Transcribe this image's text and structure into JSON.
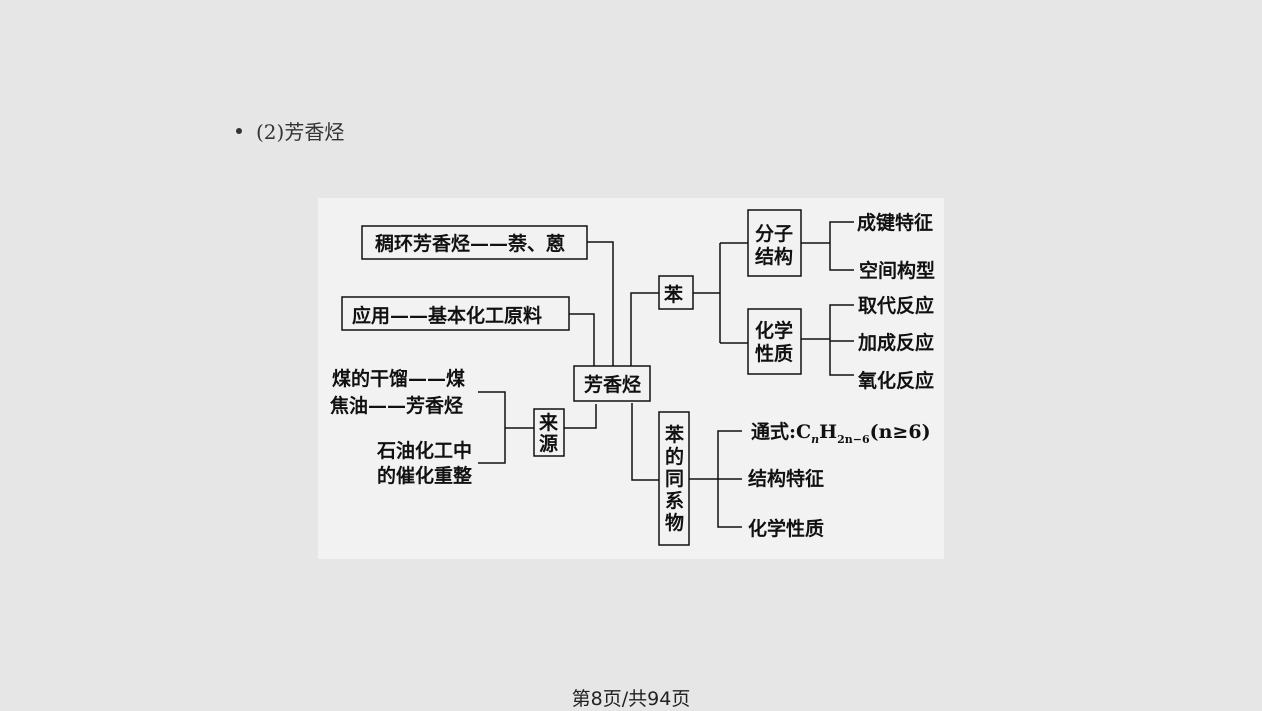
{
  "heading": "(2)芳香烃",
  "diagram": {
    "center": "芳香烃",
    "fused": "稠环芳香烃——萘、蒽",
    "application": "应用——基本化工原料",
    "source_label": [
      "来",
      "源"
    ],
    "coal_line1": "煤的干馏——煤",
    "coal_line2": "焦油——芳香烃",
    "petro_line1": "石油化工中",
    "petro_line2": "的催化重整",
    "benzene": "苯",
    "structure_label": [
      "分子",
      "结构"
    ],
    "bond_feature": "成键特征",
    "spatial_config": "空间构型",
    "chem_label": [
      "化学",
      "性质"
    ],
    "substitution": "取代反应",
    "addition": "加成反应",
    "oxidation": "氧化反应",
    "homolog_label": [
      "苯",
      "的",
      "同",
      "系",
      "物"
    ],
    "formula_prefix": "通式:C",
    "formula_n": "n",
    "formula_H": "H",
    "formula_sub": "2n−6",
    "formula_suffix": "(n≥6)",
    "struct_feature": "结构特征",
    "chem_property": "化学性质"
  },
  "footer": "第8页/共94页"
}
